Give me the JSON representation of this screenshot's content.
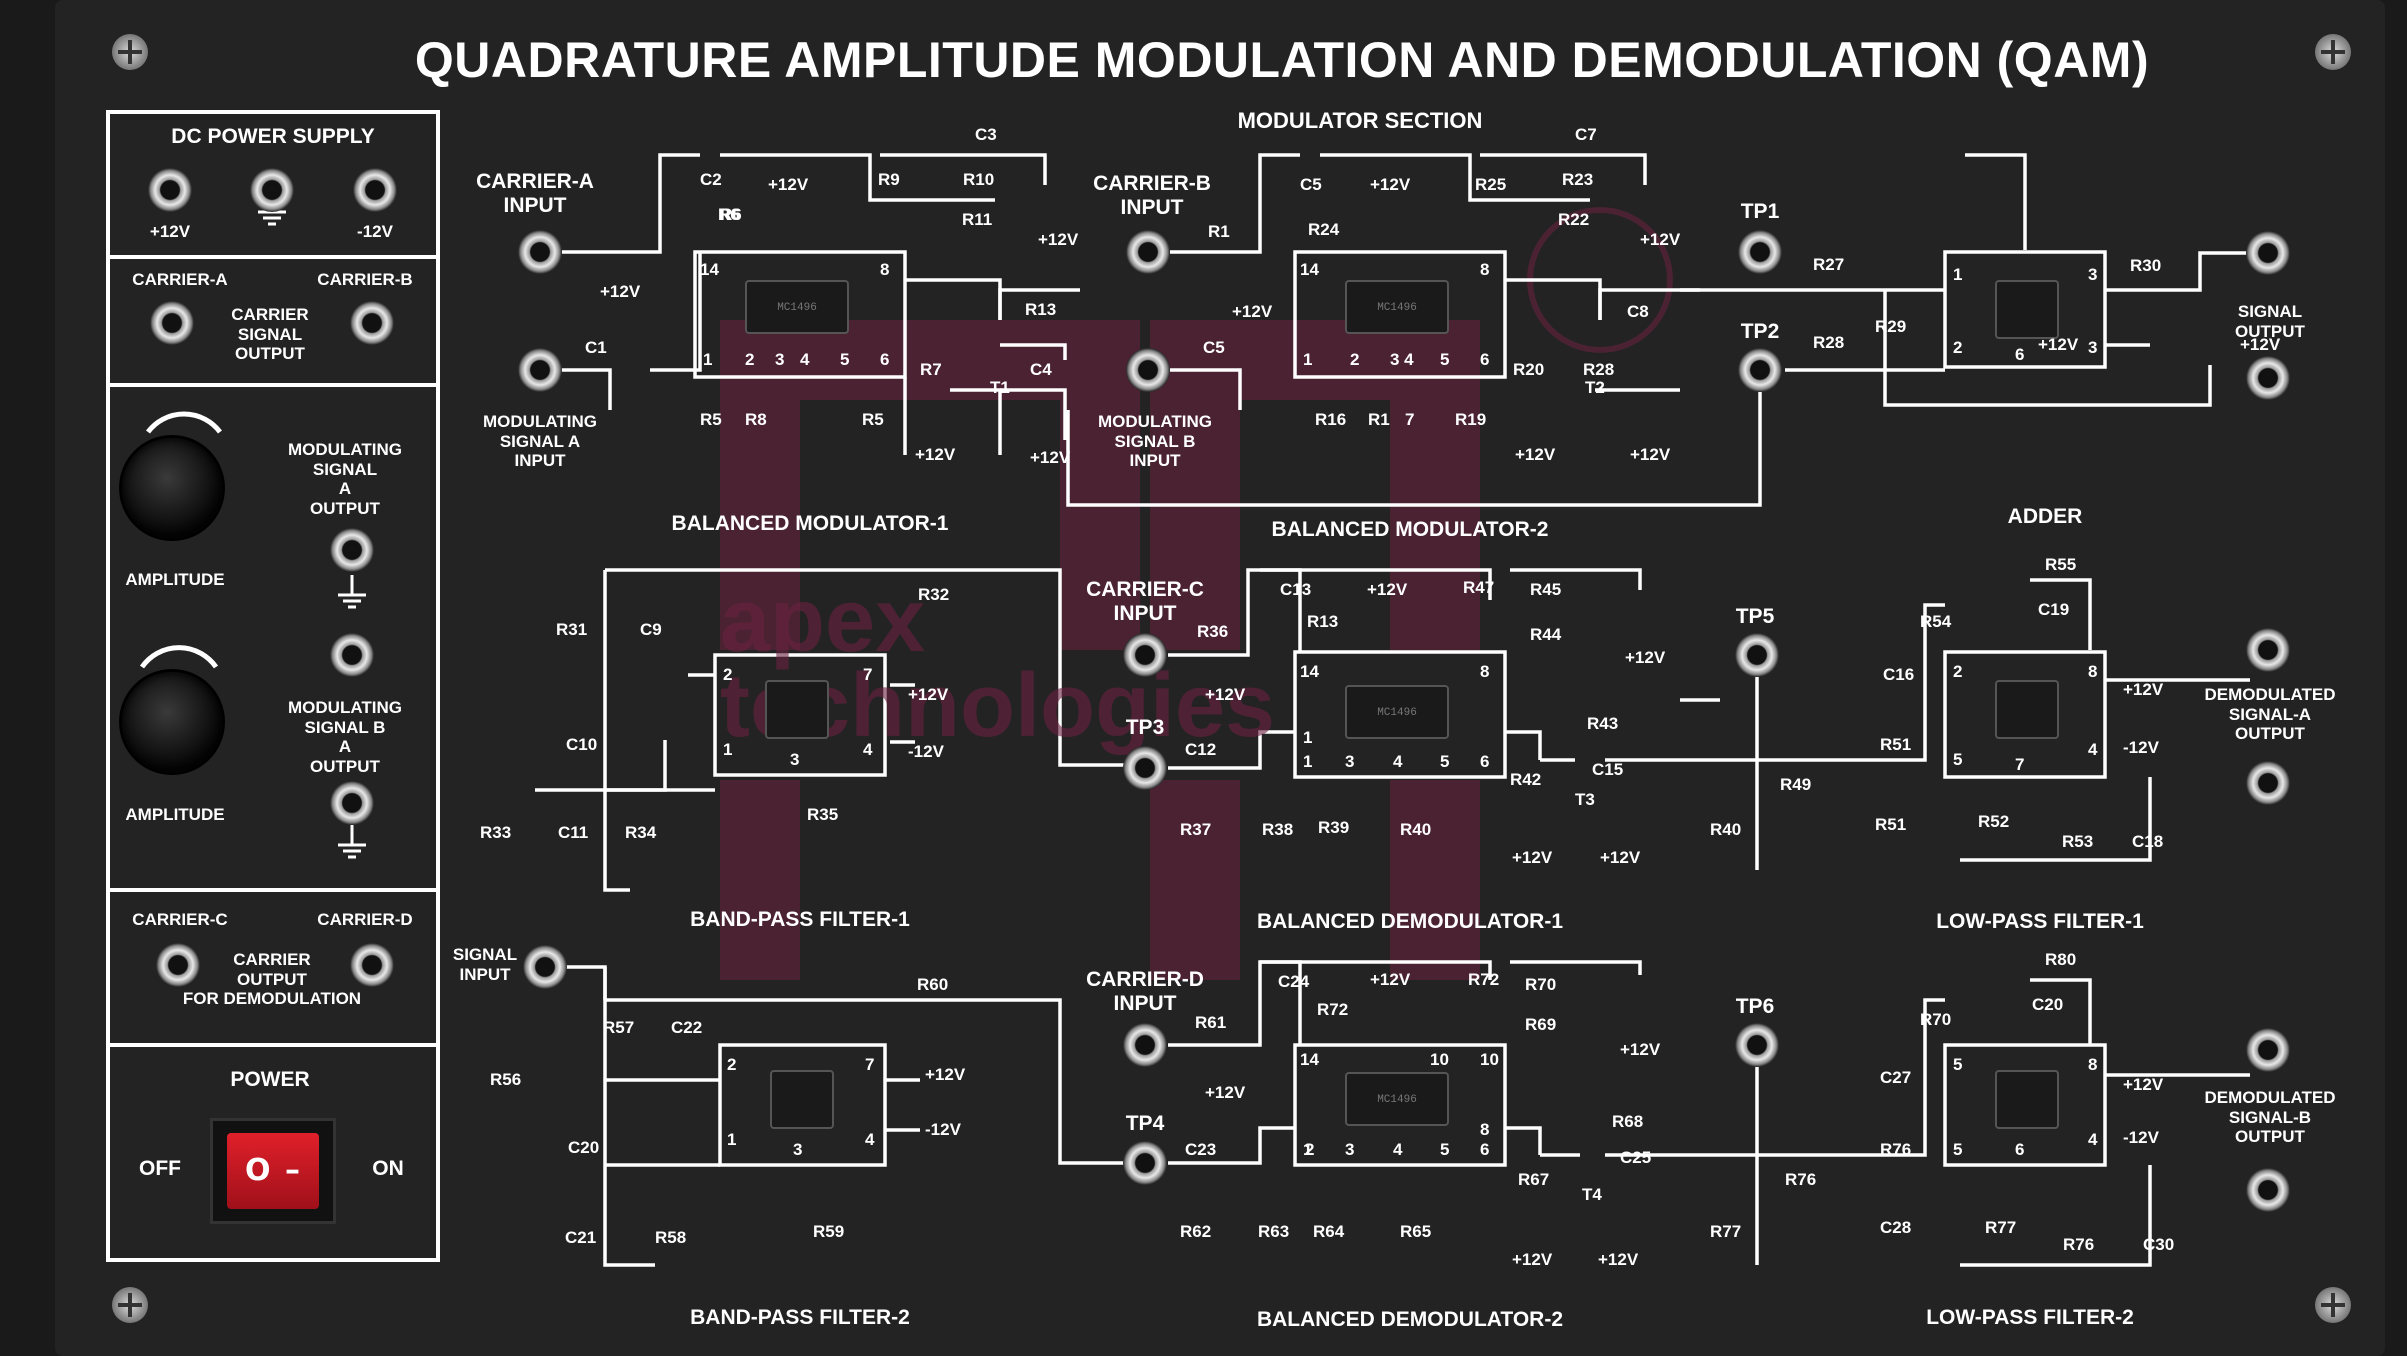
{
  "title": "QUADRATURE AMPLITUDE MODULATION AND DEMODULATION (QAM)",
  "colors": {
    "panel": "#222222",
    "line": "#ffffff",
    "switch": "#d0202a",
    "watermark": "#7a2a4a"
  },
  "watermark": {
    "line1": "apex",
    "line2": "technologies"
  },
  "power_supply": {
    "title": "DC POWER SUPPLY",
    "plus": "+12V",
    "minus": "-12V"
  },
  "carrier_signal": {
    "a": "CARRIER-A",
    "b": "CARRIER-B",
    "label": "CARRIER\nSIGNAL\nOUTPUT"
  },
  "modulating": {
    "a_label": "MODULATING\nSIGNAL\nA\nOUTPUT",
    "b_label": "MODULATING\nSIGNAL B\nA\nOUTPUT",
    "amplitude": "AMPLITUDE"
  },
  "carrier_demod": {
    "c": "CARRIER-C",
    "d": "CARRIER-D",
    "label": "CARRIER\nOUTPUT\nFOR DEMODULATION"
  },
  "power": {
    "title": "POWER",
    "off": "OFF",
    "on": "ON",
    "sym_off": "O",
    "sym_on": "–"
  },
  "sections": {
    "modulator": "MODULATOR SECTION",
    "bm1": "BALANCED MODULATOR-1",
    "bm2": "BALANCED MODULATOR-2",
    "bpf1": "BAND-PASS FILTER-1",
    "bpf2": "BAND-PASS FILTER-2",
    "bd1": "BALANCED DEMODULATOR-1",
    "bd2": "BALANCED DEMODULATOR-2",
    "adder": "ADDER",
    "lpf1": "LOW-PASS FILTER-1",
    "lpf2": "LOW-PASS FILTER-2"
  },
  "inputs": {
    "carrier_a": "CARRIER-A\nINPUT",
    "carrier_b": "CARRIER-B\nINPUT",
    "carrier_c": "CARRIER-C\nINPUT",
    "carrier_d": "CARRIER-D\nINPUT",
    "mod_a": "MODULATING\nSIGNAL A\nINPUT",
    "mod_b": "MODULATING\nSIGNAL B\nINPUT",
    "signal": "SIGNAL\nINPUT"
  },
  "outputs": {
    "signal": "SIGNAL\nOUTPUT",
    "demod_a": "DEMODULATED\nSIGNAL-A\nOUTPUT",
    "demod_b": "DEMODULATED\nSIGNAL-B\nOUTPUT"
  },
  "testpoints": [
    "TP1",
    "TP2",
    "TP3",
    "TP4",
    "TP5",
    "TP6"
  ],
  "component_labels": [
    {
      "t": "C2"
    },
    {
      "t": "R6"
    },
    {
      "t": "+12V"
    },
    {
      "t": "R9"
    },
    {
      "t": "C3"
    },
    {
      "t": "R10"
    },
    {
      "t": "R11"
    },
    {
      "t": "+12V"
    },
    {
      "t": "R6"
    },
    {
      "t": "+12V"
    },
    {
      "t": "R13"
    },
    {
      "t": "C1"
    },
    {
      "t": "R7"
    },
    {
      "t": "C4"
    },
    {
      "t": "T1"
    },
    {
      "t": "R5"
    },
    {
      "t": "R8"
    },
    {
      "t": "R5"
    },
    {
      "t": "+12V"
    },
    {
      "t": "+12V"
    },
    {
      "t": "C5"
    },
    {
      "t": "R24"
    },
    {
      "t": "+12V"
    },
    {
      "t": "R25"
    },
    {
      "t": "C7"
    },
    {
      "t": "R23"
    },
    {
      "t": "R22"
    },
    {
      "t": "+12V"
    },
    {
      "t": "R1"
    },
    {
      "t": "+12V"
    },
    {
      "t": "C8"
    },
    {
      "t": "C5"
    },
    {
      "t": "R20"
    },
    {
      "t": "R28"
    },
    {
      "t": "T2"
    },
    {
      "t": "R16"
    },
    {
      "t": "R1"
    },
    {
      "t": "7"
    },
    {
      "t": "R19"
    },
    {
      "t": "+12V"
    },
    {
      "t": "+12V"
    },
    {
      "t": "R27"
    },
    {
      "t": "R28"
    },
    {
      "t": "R29"
    },
    {
      "t": "+12V"
    },
    {
      "t": "R30"
    },
    {
      "t": "+12V"
    },
    {
      "t": "R31"
    },
    {
      "t": "C9"
    },
    {
      "t": "R32"
    },
    {
      "t": "+12V"
    },
    {
      "t": "-12V"
    },
    {
      "t": "C10"
    },
    {
      "t": "R35"
    },
    {
      "t": "R33"
    },
    {
      "t": "C11"
    },
    {
      "t": "R34"
    },
    {
      "t": "C13"
    },
    {
      "t": "R13"
    },
    {
      "t": "+12V"
    },
    {
      "t": "R47"
    },
    {
      "t": "R45"
    },
    {
      "t": "R44"
    },
    {
      "t": "+12V"
    },
    {
      "t": "R36"
    },
    {
      "t": "+12V"
    },
    {
      "t": "R43"
    },
    {
      "t": "C12"
    },
    {
      "t": "R42"
    },
    {
      "t": "C15"
    },
    {
      "t": "T3"
    },
    {
      "t": "R37"
    },
    {
      "t": "R38"
    },
    {
      "t": "R39"
    },
    {
      "t": "R40"
    },
    {
      "t": "+12V"
    },
    {
      "t": "+12V"
    },
    {
      "t": "R49"
    },
    {
      "t": "R40"
    },
    {
      "t": "R55"
    },
    {
      "t": "R54"
    },
    {
      "t": "C19"
    },
    {
      "t": "C16"
    },
    {
      "t": "+12V"
    },
    {
      "t": "R51"
    },
    {
      "t": "-12V"
    },
    {
      "t": "R51"
    },
    {
      "t": "R52"
    },
    {
      "t": "R53"
    },
    {
      "t": "C18"
    },
    {
      "t": "R60"
    },
    {
      "t": "R57"
    },
    {
      "t": "C22"
    },
    {
      "t": "+12V"
    },
    {
      "t": "-12V"
    },
    {
      "t": "R56"
    },
    {
      "t": "C20"
    },
    {
      "t": "C21"
    },
    {
      "t": "R58"
    },
    {
      "t": "R59"
    },
    {
      "t": "C24"
    },
    {
      "t": "+12V"
    },
    {
      "t": "R72"
    },
    {
      "t": "R72"
    },
    {
      "t": "R70"
    },
    {
      "t": "R69"
    },
    {
      "t": "+12V"
    },
    {
      "t": "R61"
    },
    {
      "t": "+12V"
    },
    {
      "t": "R68"
    },
    {
      "t": "C23"
    },
    {
      "t": "C25"
    },
    {
      "t": "R67"
    },
    {
      "t": "T4"
    },
    {
      "t": "R62"
    },
    {
      "t": "R63"
    },
    {
      "t": "R64"
    },
    {
      "t": "R65"
    },
    {
      "t": "+12V"
    },
    {
      "t": "+12V"
    },
    {
      "t": "R76"
    },
    {
      "t": "R77"
    },
    {
      "t": "R80"
    },
    {
      "t": "R70"
    },
    {
      "t": "C20"
    },
    {
      "t": "C27"
    },
    {
      "t": "+12V"
    },
    {
      "t": "R76"
    },
    {
      "t": "-12V"
    },
    {
      "t": "C28"
    },
    {
      "t": "R77"
    },
    {
      "t": "R76"
    },
    {
      "t": "C30"
    }
  ],
  "chips": {
    "bm1": "MC1496",
    "bm2": "MC1496",
    "bd1": "MC1496",
    "bd2": "MC1496"
  },
  "pin_numbers": {
    "bm1": [
      "14",
      "8",
      "1",
      "2",
      "3",
      "4",
      "5",
      "6"
    ],
    "bm2": [
      "14",
      "8",
      "1",
      "2",
      "3 4",
      "5",
      "6"
    ],
    "bd1": [
      "14",
      "8",
      "1",
      "3",
      "4",
      "5",
      "6",
      "1"
    ],
    "bd2": [
      "14",
      "10",
      "10",
      "1",
      "2",
      "3",
      "4",
      "5",
      "6",
      "8"
    ],
    "adder": [
      "1",
      "3",
      "2",
      "6",
      "3"
    ],
    "bpf1": [
      "2",
      "7",
      "1",
      "3",
      "4"
    ],
    "bpf2": [
      "2",
      "7",
      "1",
      "3",
      "4"
    ],
    "lpf1": [
      "2",
      "8",
      "5",
      "7",
      "4"
    ],
    "lpf2": [
      "5",
      "8",
      "5",
      "6",
      "4"
    ]
  }
}
